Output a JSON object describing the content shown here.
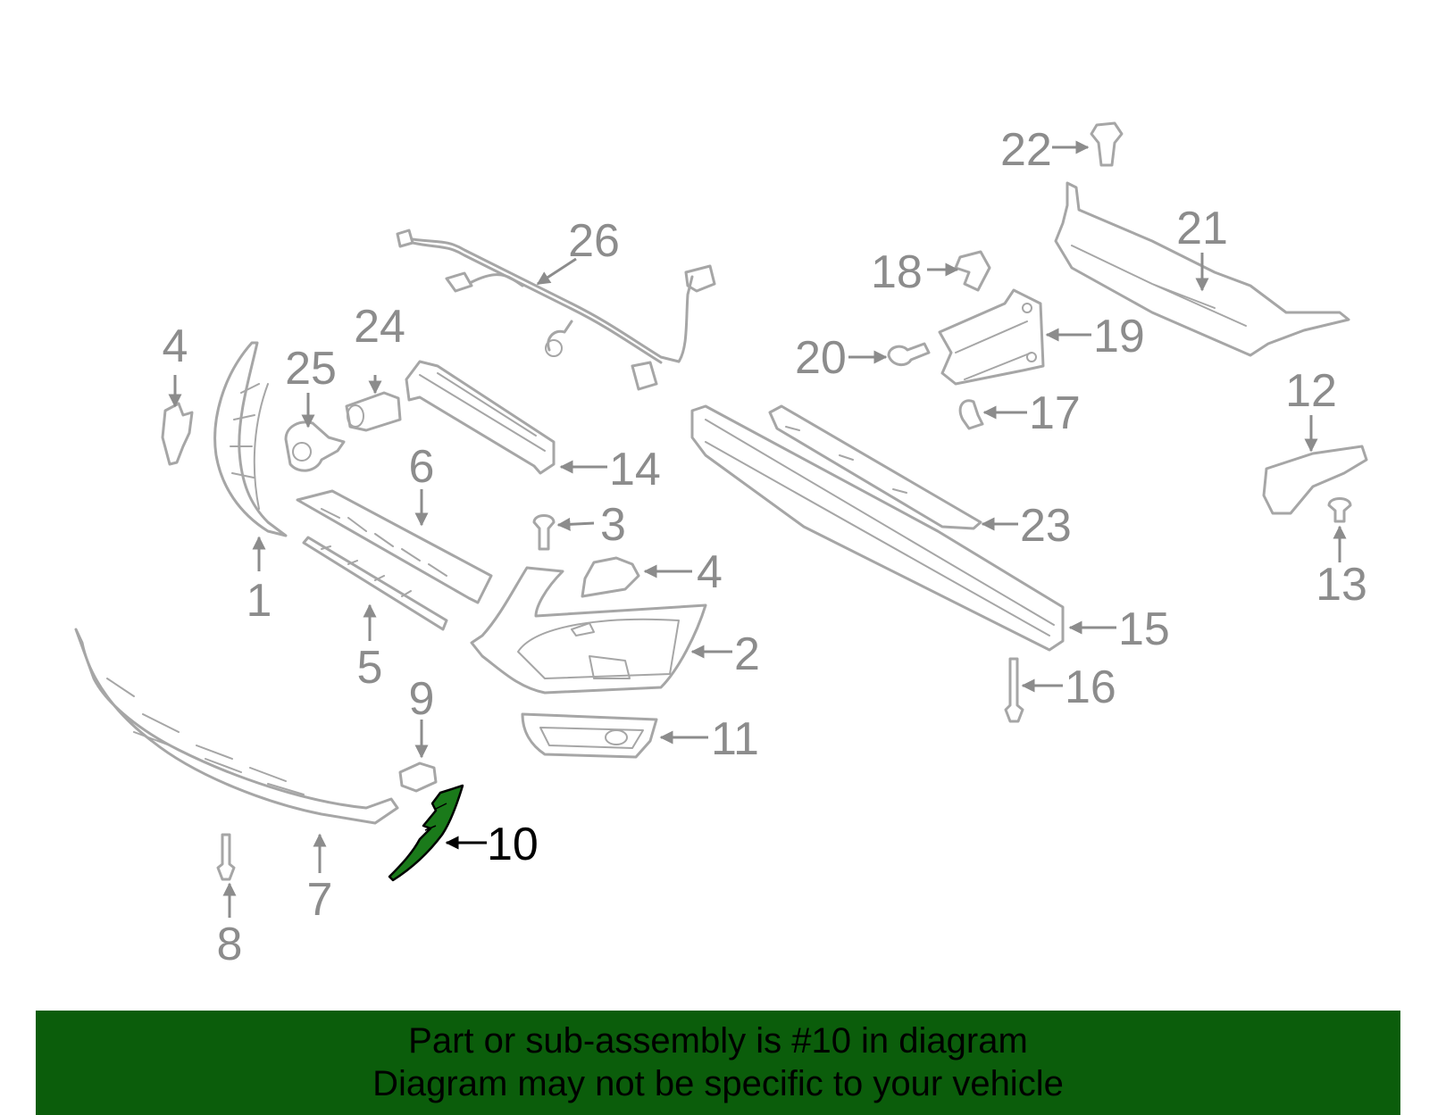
{
  "colors": {
    "part_line": "#a6a6a6",
    "callout_text": "#8c8c8c",
    "highlight_part": "#1a7a1a",
    "highlight_text": "#000000",
    "banner_bg": "#0b5d0b",
    "banner_text": "#000000"
  },
  "highlighted_part": "10",
  "callouts": {
    "c1": "1",
    "c2": "2",
    "c3": "3",
    "c4a": "4",
    "c4b": "4",
    "c5": "5",
    "c6": "6",
    "c7": "7",
    "c8": "8",
    "c9": "9",
    "c10": "10",
    "c11": "11",
    "c12": "12",
    "c13": "13",
    "c14": "14",
    "c15": "15",
    "c16": "16",
    "c17": "17",
    "c18": "18",
    "c19": "19",
    "c20": "20",
    "c21": "21",
    "c22": "22",
    "c23": "23",
    "c24": "24",
    "c25": "25",
    "c26": "26"
  },
  "banner": {
    "line1": "Part or sub-assembly is #10 in diagram",
    "line2": "Diagram may not be specific to your vehicle"
  }
}
